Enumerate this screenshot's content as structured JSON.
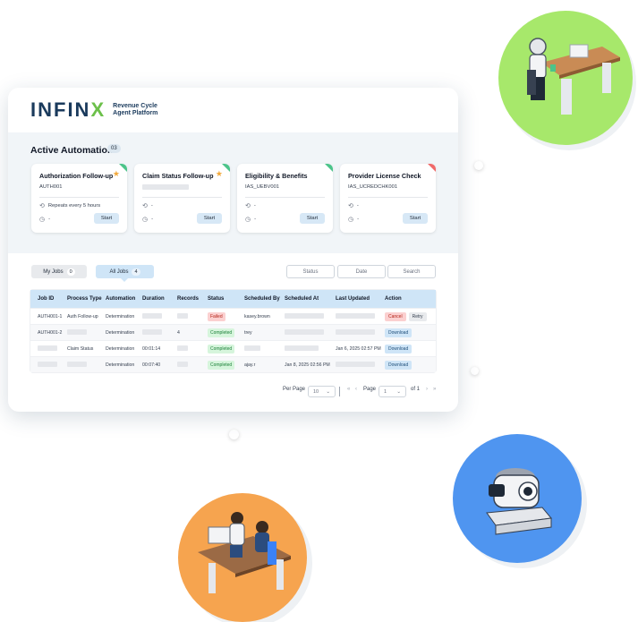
{
  "brand": {
    "logo_main": "INFIN",
    "logo_x": "X",
    "subtitle_line1": "Revenue Cycle",
    "subtitle_line2": "Agent Platform"
  },
  "automation": {
    "title": "Active Automation",
    "count": "03",
    "cards": [
      {
        "title": "Authorization Follow-up",
        "code": "AUTH001",
        "repeat": "Repeats every 5 hours",
        "time": "-",
        "start_label": "Start",
        "status_color": "#4cc48a",
        "starred": true
      },
      {
        "title": "Claim Status Follow-up",
        "code": "",
        "repeat": "-",
        "time": "-",
        "start_label": "Start",
        "status_color": "#4cc48a",
        "starred": true
      },
      {
        "title": "Eligibility & Benefits",
        "code": "IAS_UEBV001",
        "repeat": "-",
        "time": "-",
        "start_label": "Start",
        "status_color": "#4cc48a",
        "starred": false
      },
      {
        "title": "Provider License Check",
        "code": "IAS_UCREDCHK001",
        "repeat": "-",
        "time": "-",
        "start_label": "Start",
        "status_color": "#f06a6a",
        "starred": false
      }
    ]
  },
  "jobs": {
    "tabs": [
      {
        "label": "My Jobs",
        "count": "0"
      },
      {
        "label": "All Jobs",
        "count": "4"
      }
    ],
    "filters": {
      "status": "Status",
      "date": "Date",
      "search": "Search"
    },
    "columns": [
      "Job ID",
      "Process Type",
      "Automation",
      "Duration",
      "Records",
      "Status",
      "Scheduled By",
      "Scheduled At",
      "Last Updated",
      "Action"
    ],
    "rows": [
      {
        "job_id": "AUTH001-1",
        "process_type": "Auth Follow-up",
        "automation": "Determination",
        "duration": "",
        "records": "",
        "status": "Failed",
        "scheduled_by": "kasey.brown",
        "scheduled_at": "",
        "last_updated": "",
        "actions": [
          "Cancel",
          "Retry"
        ]
      },
      {
        "job_id": "AUTH001-2",
        "process_type": "",
        "automation": "Determination",
        "duration": "",
        "records": "4",
        "status": "Completed",
        "scheduled_by": "trey",
        "scheduled_at": "",
        "last_updated": "",
        "actions": [
          "Download"
        ]
      },
      {
        "job_id": "",
        "process_type": "Claim Status",
        "automation": "Determination",
        "duration": "00:01:14",
        "records": "",
        "status": "Completed",
        "scheduled_by": "",
        "scheduled_at": "",
        "last_updated": "Jan 6, 2025 02:57 PM",
        "actions": [
          "Download"
        ]
      },
      {
        "job_id": "",
        "process_type": "",
        "automation": "Determination",
        "duration": "00:07:40",
        "records": "",
        "status": "Completed",
        "scheduled_by": "ajay.r",
        "scheduled_at": "Jan 8, 2025 02:56 PM",
        "last_updated": "",
        "actions": [
          "Download"
        ]
      }
    ],
    "pagination": {
      "per_page_label": "Per Page",
      "per_page_value": "10",
      "page_label": "Page",
      "page_value": "1",
      "of_label": "of 1"
    }
  },
  "colors": {
    "accent": "#cfe5f7",
    "brand_green": "#6cc04a",
    "brand_navy": "#1a3a5c",
    "circle_green": "#a7e86b",
    "circle_blue": "#4f95f0",
    "circle_orange": "#f6a44f"
  },
  "icons": [
    "repeat-icon",
    "clock-icon",
    "star-icon",
    "chevron-down-icon",
    "first-page-icon",
    "prev-page-icon",
    "next-page-icon",
    "last-page-icon"
  ]
}
